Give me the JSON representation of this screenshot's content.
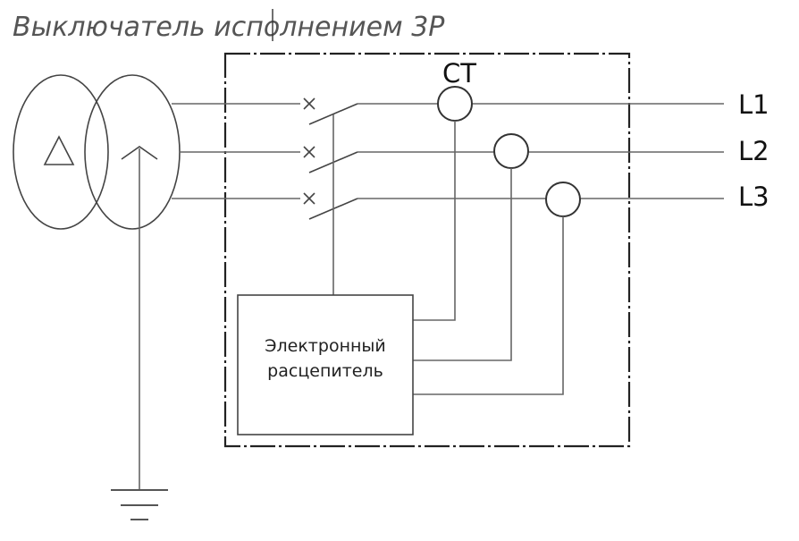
{
  "title": "Выключатель исполнением 3P",
  "ct_label": "CT",
  "lines": [
    "L1",
    "L2",
    "L3"
  ],
  "trip_unit": {
    "line1": "Электронный",
    "line2": "расцепитель"
  },
  "colors": {
    "wire": "#666666",
    "frame": "#222222",
    "title": "#555555",
    "text": "#111111"
  }
}
